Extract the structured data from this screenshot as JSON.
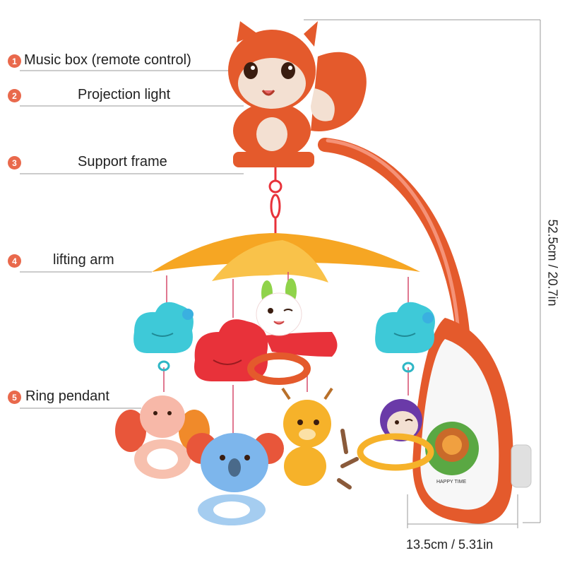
{
  "labels": [
    {
      "number": "1",
      "text": "Music box (remote control)"
    },
    {
      "number": "2",
      "text": "Projection light"
    },
    {
      "number": "3",
      "text": "Support frame"
    },
    {
      "number": "4",
      "text": "lifting arm"
    },
    {
      "number": "5",
      "text": "Ring pendant"
    }
  ],
  "dimensions": {
    "height": "52.5cm / 20.7in",
    "width": "13.5cm / 5.31in"
  },
  "base_sticker_text": "HAPPY TIME",
  "colors": {
    "accent": "#e9694c",
    "body_orange": "#e45a2c",
    "canopy_orange": "#f6a623",
    "cloud_teal": "#3ec9d8",
    "cloud_red": "#e8323a"
  }
}
